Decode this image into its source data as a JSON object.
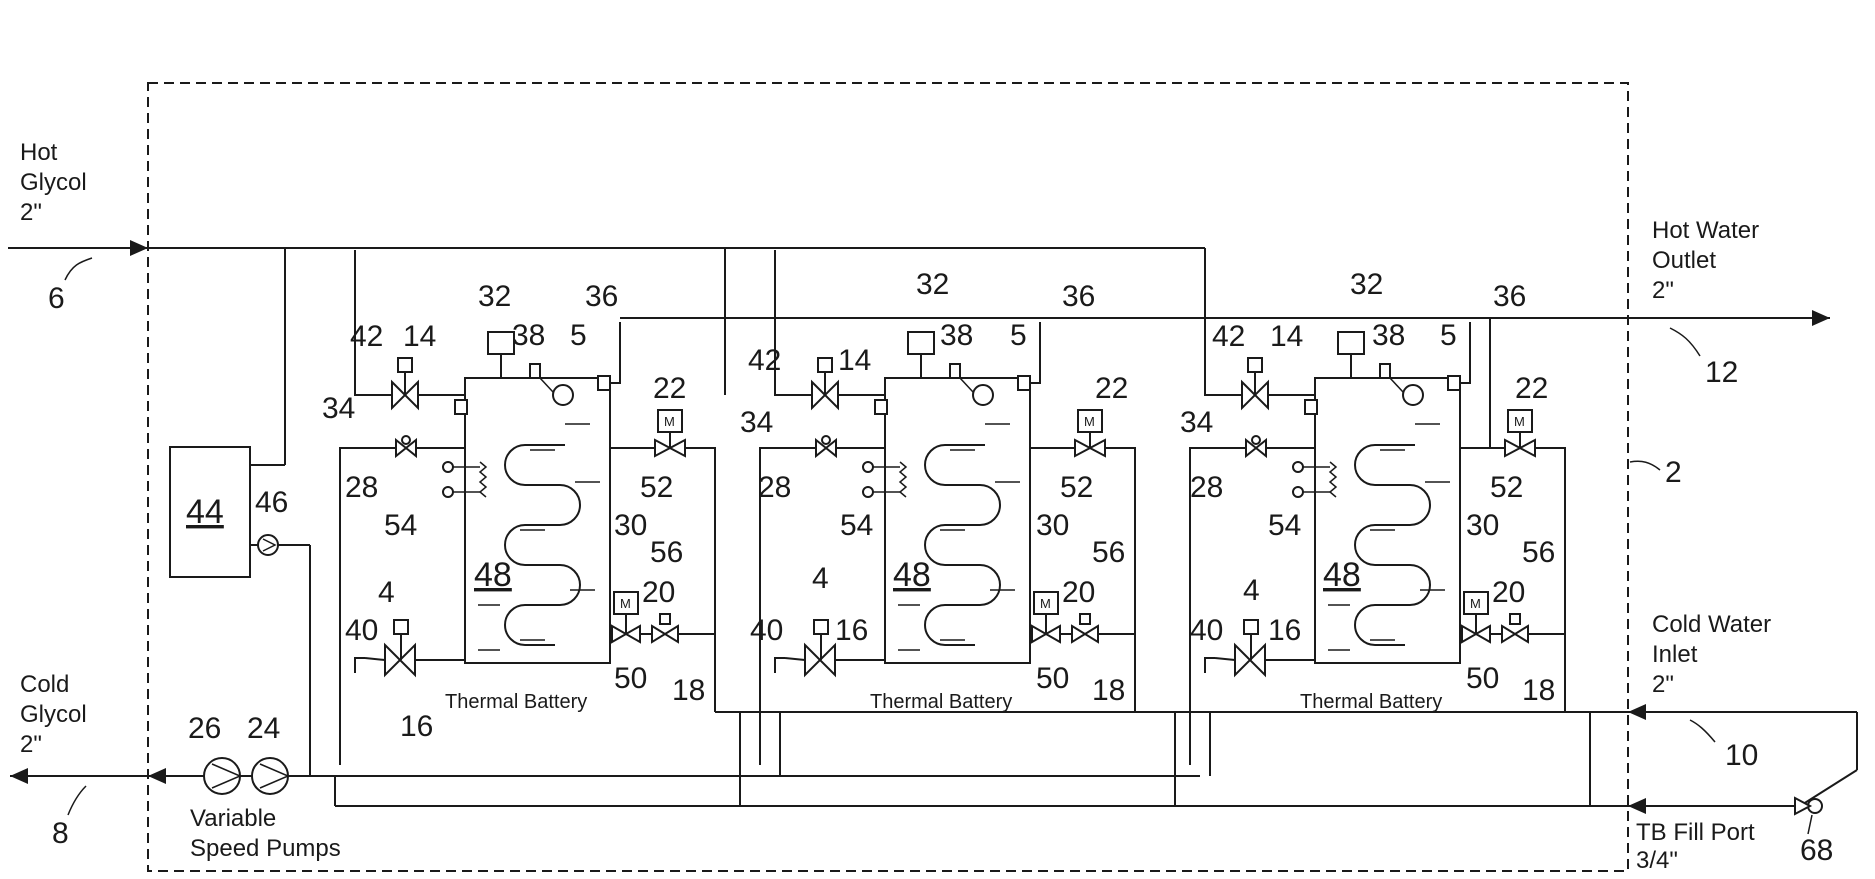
{
  "ports": {
    "hot_glycol": [
      "Hot",
      "Glycol",
      "2\""
    ],
    "cold_glycol": [
      "Cold",
      "Glycol",
      "2\""
    ],
    "hot_water_outlet": [
      "Hot Water",
      "Outlet",
      "2\""
    ],
    "cold_water_inlet": [
      "Cold Water",
      "Inlet",
      "2\""
    ],
    "tb_fill_port": [
      "TB Fill Port",
      "3/4\""
    ],
    "pumps": [
      "Variable",
      "Speed Pumps"
    ]
  },
  "refs": {
    "hot_glycol": "6",
    "cold_glycol": "8",
    "hot_water_outlet": "12",
    "cold_water_inlet": "10",
    "fill_port": "68",
    "enclosure": "2",
    "controller": "44",
    "circ_pump": "46",
    "pump_a": "26",
    "pump_b": "24"
  },
  "battery_label": "Thermal Battery",
  "motor_symbol": "M",
  "unit_refs": {
    "sensor_top": "32",
    "port_36": "36",
    "port_38": "38",
    "port_5": "5",
    "valve_42": "42",
    "valve_14": "14",
    "port_34": "34",
    "motor_22": "22",
    "valve_28": "28",
    "line_52": "52",
    "coil_30": "30",
    "heater_54": "54",
    "line_56": "56",
    "unit_4": "4",
    "tank_48": "48",
    "motor_20": "20",
    "valve_40": "40",
    "valve_16": "16",
    "valve_50": "50",
    "valve_18": "18"
  }
}
